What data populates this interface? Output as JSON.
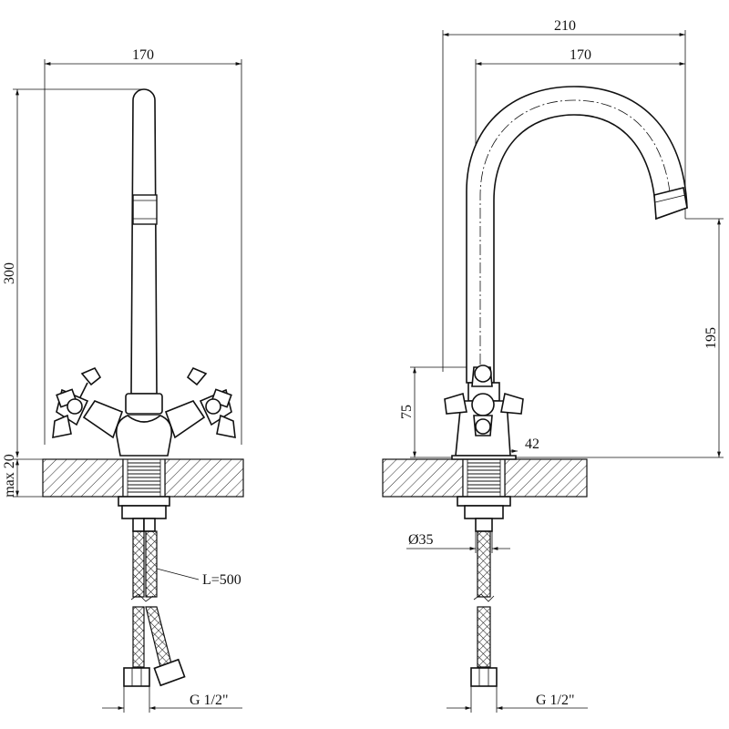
{
  "front_view": {
    "width_dim": "170",
    "height_dim": "300",
    "counter_dim": "max 20",
    "hose_label": "L=500",
    "thread_label": "G 1/2\""
  },
  "side_view": {
    "reach_dim": "210",
    "spout_dim": "170",
    "spout_height_dim": "195",
    "handle_height_dim": "75",
    "base_dim": "42",
    "diameter_dim": "Ø35",
    "thread_label": "G 1/2\""
  }
}
